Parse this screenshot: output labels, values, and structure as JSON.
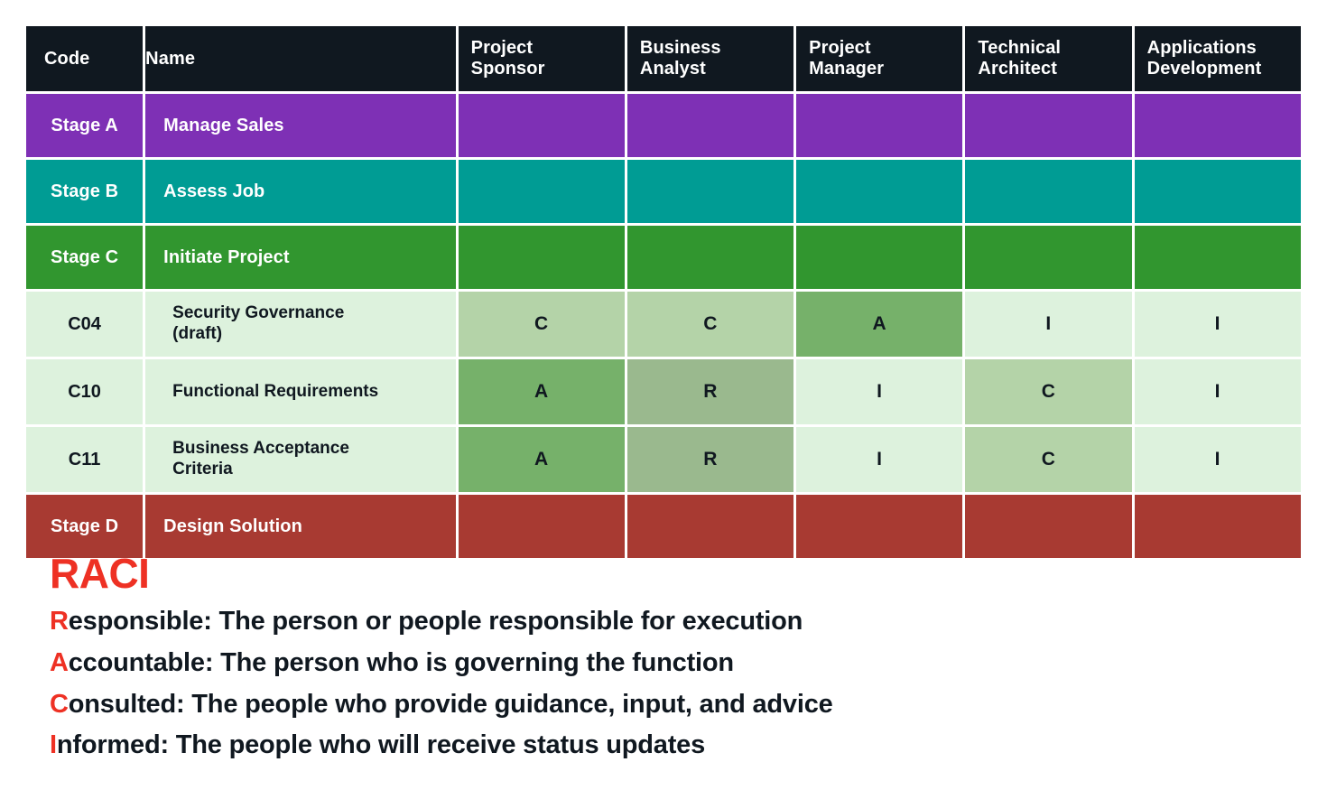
{
  "colors": {
    "header_bg": "#101820",
    "header_text": "#ffffff",
    "stage_a": "#7e30b5",
    "stage_b": "#009c94",
    "stage_c": "#31962f",
    "stage_d": "#a83a32",
    "row_base": "#ddf2dd",
    "cell_light": "#ddf2dd",
    "cell_medium": "#b4d3a8",
    "cell_muted": "#9ab98e",
    "cell_dark": "#76b16a",
    "accent_red": "#ee3124",
    "body_text": "#101820",
    "page_bg": "#ffffff"
  },
  "table": {
    "columns": [
      {
        "key": "code",
        "label": "Code"
      },
      {
        "key": "name",
        "label": "Name"
      },
      {
        "key": "project_sponsor",
        "label": "Project\nSponsor",
        "line1": "Project",
        "line2": "Sponsor"
      },
      {
        "key": "business_analyst",
        "label": "Business\nAnalyst",
        "line1": "Business",
        "line2": "Analyst"
      },
      {
        "key": "project_manager",
        "label": "Project\nManager",
        "line1": "Project",
        "line2": "Manager"
      },
      {
        "key": "technical_architect",
        "label": "Technical\nArchitect",
        "line1": "Technical",
        "line2": "Architect"
      },
      {
        "key": "applications_development",
        "label": "Applications\nDevelopment",
        "line1": "Applications",
        "line2": "Development"
      }
    ],
    "rows": [
      {
        "type": "stage",
        "code": "Stage A",
        "name": "Manage Sales",
        "bg": "#7e30b5",
        "values": [
          "",
          "",
          "",
          "",
          ""
        ]
      },
      {
        "type": "stage",
        "code": "Stage B",
        "name": "Assess Job",
        "bg": "#009c94",
        "values": [
          "",
          "",
          "",
          "",
          ""
        ]
      },
      {
        "type": "stage",
        "code": "Stage C",
        "name": "Initiate Project",
        "bg": "#31962f",
        "values": [
          "",
          "",
          "",
          "",
          ""
        ]
      },
      {
        "type": "task",
        "code": "C04",
        "name": "Security Governance (draft)",
        "name_line1": "Security Governance",
        "name_line2": "(draft)",
        "bg": "#ddf2dd",
        "values": [
          "C",
          "C",
          "A",
          "I",
          "I"
        ],
        "value_bgs": [
          "#b4d3a8",
          "#b4d3a8",
          "#76b16a",
          "#ddf2dd",
          "#ddf2dd"
        ]
      },
      {
        "type": "task",
        "code": "C10",
        "name": "Functional Requirements",
        "name_line1": "Functional Requirements",
        "name_line2": "",
        "bg": "#ddf2dd",
        "values": [
          "A",
          "R",
          "I",
          "C",
          "I"
        ],
        "value_bgs": [
          "#76b16a",
          "#9ab98e",
          "#ddf2dd",
          "#b4d3a8",
          "#ddf2dd"
        ]
      },
      {
        "type": "task",
        "code": "C11",
        "name": "Business Acceptance Criteria",
        "name_line1": "Business Acceptance",
        "name_line2": "Criteria",
        "bg": "#ddf2dd",
        "values": [
          "A",
          "R",
          "I",
          "C",
          "I"
        ],
        "value_bgs": [
          "#76b16a",
          "#9ab98e",
          "#ddf2dd",
          "#b4d3a8",
          "#ddf2dd"
        ]
      },
      {
        "type": "stage",
        "code": "Stage D",
        "name": "Design Solution",
        "bg": "#a83a32",
        "values": [
          "",
          "",
          "",
          "",
          ""
        ]
      }
    ]
  },
  "legend": {
    "title": "RACI",
    "items": [
      {
        "initial": "R",
        "rest": "esponsible: The person or people responsible for execution"
      },
      {
        "initial": "A",
        "rest": "ccountable: The person who is governing the function"
      },
      {
        "initial": "C",
        "rest": "onsulted: The people who provide guidance, input, and advice"
      },
      {
        "initial": "I",
        "rest": "nformed: The people who will receive status updates"
      }
    ]
  }
}
